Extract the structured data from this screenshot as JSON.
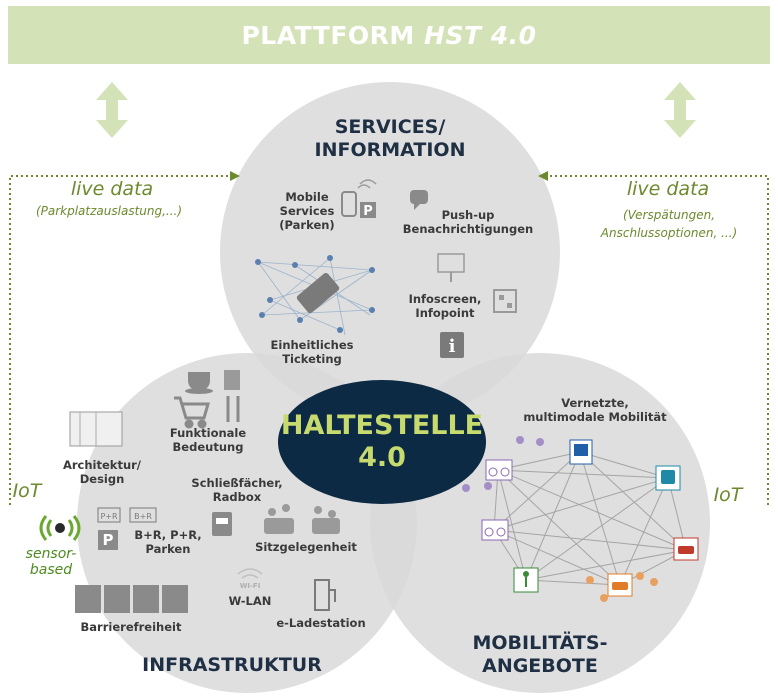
{
  "banner": {
    "title_plain": "PLATTFORM",
    "title_italic": "HST 4.0"
  },
  "services": {
    "title_line1": "SERVICES/",
    "title_line2": "INFORMATION",
    "mobile_services": [
      "Mobile",
      "Services",
      "(Parken)"
    ],
    "push_up": [
      "Push-up",
      "Benachrichtigungen"
    ],
    "infoscreen": [
      "Infoscreen,",
      "Infopoint"
    ],
    "ticketing": [
      "Einheitliches",
      "Ticketing"
    ]
  },
  "infrastruktur": {
    "title": "INFRASTRUKTUR",
    "funktionale": [
      "Funktionale",
      "Bedeutung"
    ],
    "architektur": [
      "Architektur/",
      "Design"
    ],
    "schliess": [
      "Schließfächer,",
      "Radbox"
    ],
    "parken": [
      "B+R, P+R,",
      "Parken"
    ],
    "sitz": "Sitzgelegenheit",
    "wlan": "W-LAN",
    "wifi_small": "WI-FI",
    "ladestation": "e-Ladestation",
    "barriere": "Barrierefreiheit",
    "pr_sign": "P+R",
    "br_sign": "B+R",
    "p_sign": "P"
  },
  "mobilitaet": {
    "title_line1": "MOBILITÄTS-",
    "title_line2": "ANGEBOTE",
    "vernetzte": [
      "Vernetzte,",
      "multimodale Mobilität"
    ]
  },
  "hub": {
    "line1": "HALTESTELLE",
    "line2": "4.0"
  },
  "left": {
    "live": "live data",
    "live_sub": "(Parkplatzauslastung,...)",
    "iot": "IoT",
    "sensor": [
      "sensor-",
      "based"
    ]
  },
  "right": {
    "live": "live data",
    "live_sub": [
      "(Verspätungen,",
      "Anschlussoptionen, ...)"
    ],
    "iot": "IoT"
  },
  "colors": {
    "banner": "#d4e2b8",
    "circle": "#d9d9d9",
    "hub": "#0c2a44",
    "hub_text": "#c6da6e",
    "green": "#6d8a2e",
    "arrow": "#d4e2b8"
  }
}
